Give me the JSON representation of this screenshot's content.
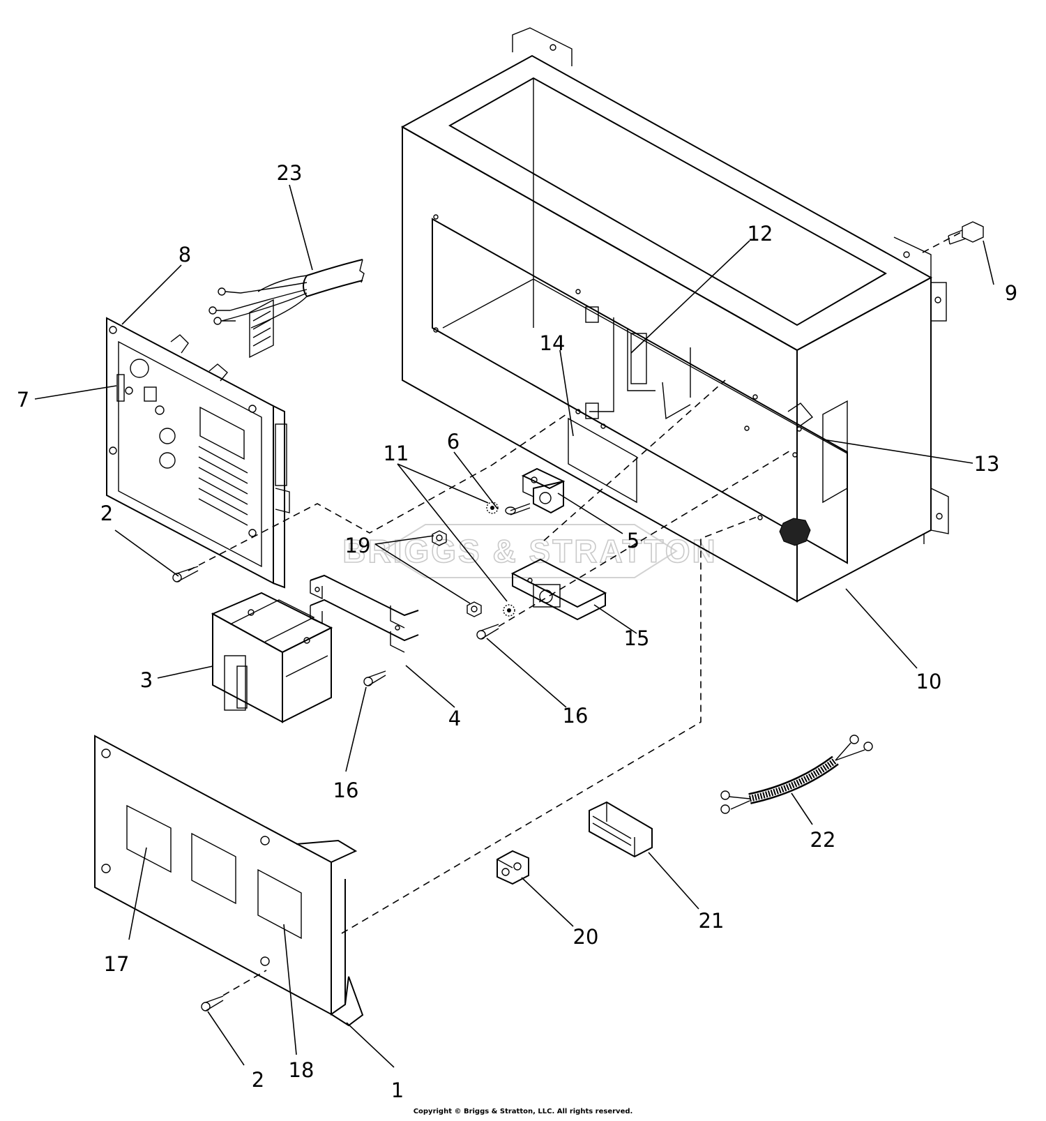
{
  "watermark": "BRIGGS & STRATTON",
  "copyright": "Copyright © Briggs & Stratton, LLC. All rights reserved.",
  "callouts": [
    "1",
    "2",
    "2",
    "3",
    "4",
    "5",
    "6",
    "7",
    "8",
    "9",
    "10",
    "11",
    "12",
    "13",
    "14",
    "15",
    "16",
    "16",
    "17",
    "18",
    "19",
    "20",
    "21",
    "22",
    "23"
  ]
}
